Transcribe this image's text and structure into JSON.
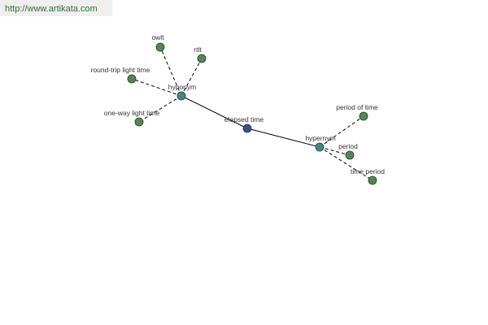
{
  "banner": {
    "url_text": "http://www.artikata.com"
  },
  "colors": {
    "center_node": "#3a4f8f",
    "relation_node": "#3e8a8a",
    "leaf_node": "#4e8a4e",
    "edge": "#000000",
    "banner_bg": "#efefef",
    "banner_text": "#2f6f2f"
  },
  "graph": {
    "center": {
      "id": "elapsed",
      "label": "elapsed time"
    },
    "relations": [
      {
        "id": "hyponym",
        "label": "hyponym"
      },
      {
        "id": "hypernym",
        "label": "hypernym"
      }
    ],
    "leaves": [
      {
        "id": "owlt",
        "label": "owlt",
        "relation": "hyponym"
      },
      {
        "id": "rtlt",
        "label": "rtlt",
        "relation": "hyponym"
      },
      {
        "id": "round-trip",
        "label": "round-trip light time",
        "relation": "hyponym"
      },
      {
        "id": "one-way",
        "label": "one-way light time",
        "relation": "hyponym"
      },
      {
        "id": "period-of-time",
        "label": "period of time",
        "relation": "hypernym"
      },
      {
        "id": "period",
        "label": "period",
        "relation": "hypernym"
      },
      {
        "id": "time-period",
        "label": "time period",
        "relation": "hypernym"
      }
    ]
  }
}
